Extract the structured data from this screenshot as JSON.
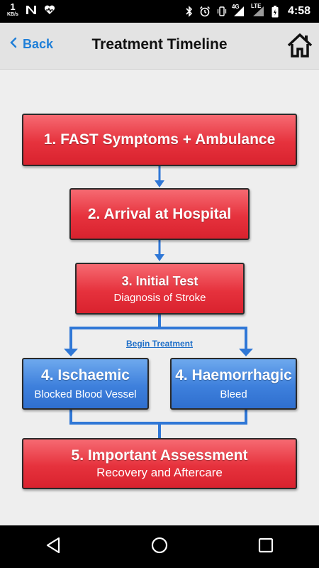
{
  "status_bar": {
    "speed_value": "1",
    "speed_unit": "KB/s",
    "network": "4G",
    "lte": "LTE",
    "time": "4:58",
    "icons": [
      "notification-n-icon",
      "health-heart-icon",
      "bluetooth-icon",
      "alarm-icon",
      "vibrate-icon",
      "signal-icon",
      "battery-icon"
    ]
  },
  "app_bar": {
    "back_label": "Back",
    "title": "Treatment Timeline",
    "home_icon": "home-icon"
  },
  "flow": {
    "step1": {
      "title": "1. FAST Symptoms + Ambulance"
    },
    "step2": {
      "title": "2. Arrival at Hospital"
    },
    "step3": {
      "title": "3. Initial Test",
      "subtitle": "Diagnosis of Stroke"
    },
    "begin_treatment": "Begin Treatment",
    "step4a": {
      "title": "4. Ischaemic",
      "subtitle": "Blocked Blood Vessel"
    },
    "step4b": {
      "title": "4. Haemorrhagic",
      "subtitle": "Bleed"
    },
    "step5": {
      "title": "5. Important Assessment",
      "subtitle": "Recovery and Aftercare"
    }
  },
  "colors": {
    "red_box": "#e6323d",
    "blue_box": "#3e80dc",
    "connector": "#2f77d6",
    "link": "#1f7fd8"
  },
  "nav_bar": {
    "buttons": [
      "back-triangle-icon",
      "home-circle-icon",
      "recents-square-icon"
    ]
  }
}
